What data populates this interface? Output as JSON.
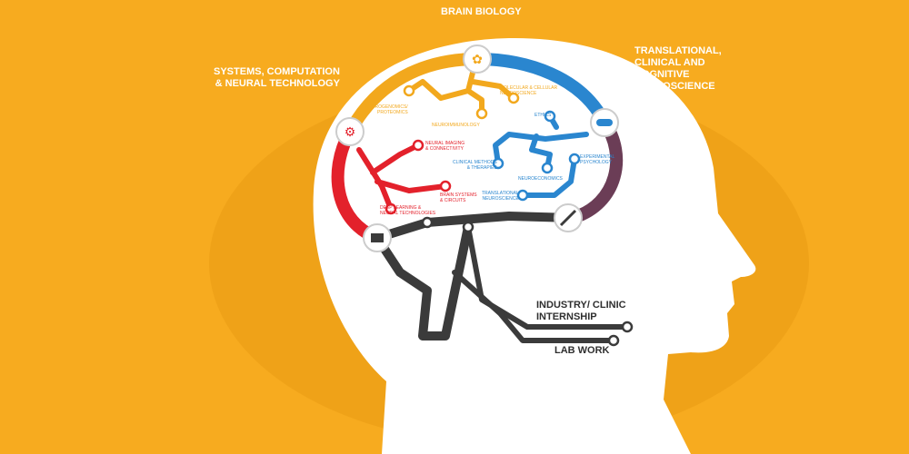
{
  "categories": {
    "brain_biology": "Brain Biology",
    "systems": "Systems, Computation\n& Neural Technology",
    "translational": "Translational,\nClinical and\nCognitive\nNeuroscience",
    "industry": "Industry/ Clinic\nInternship",
    "lab_work": "Lab Work"
  },
  "yellow_line": [
    "Neurogenomics/\nProteomics",
    "Neuroimmunology",
    "Molecular & Cellular\nNeuroscience"
  ],
  "red_line": [
    "Neural Imaging\n& Connectivity",
    "Brain Systems\n& Circuits",
    "Deep Learning &\nNeural Technologies"
  ],
  "blue_line": [
    "Ethics",
    "Clinical Methods\n& Therapies",
    "Neuroeconomics",
    "Experimental\nPsychology",
    "Translational\nNeuroscience"
  ],
  "colors": {
    "background": "#f7ab1f",
    "yellow": "#f2a81d",
    "red": "#e3212b",
    "blue": "#2a86cf",
    "purple": "#6b3d56",
    "gray": "#3b3b3b",
    "head": "#ffffff"
  }
}
